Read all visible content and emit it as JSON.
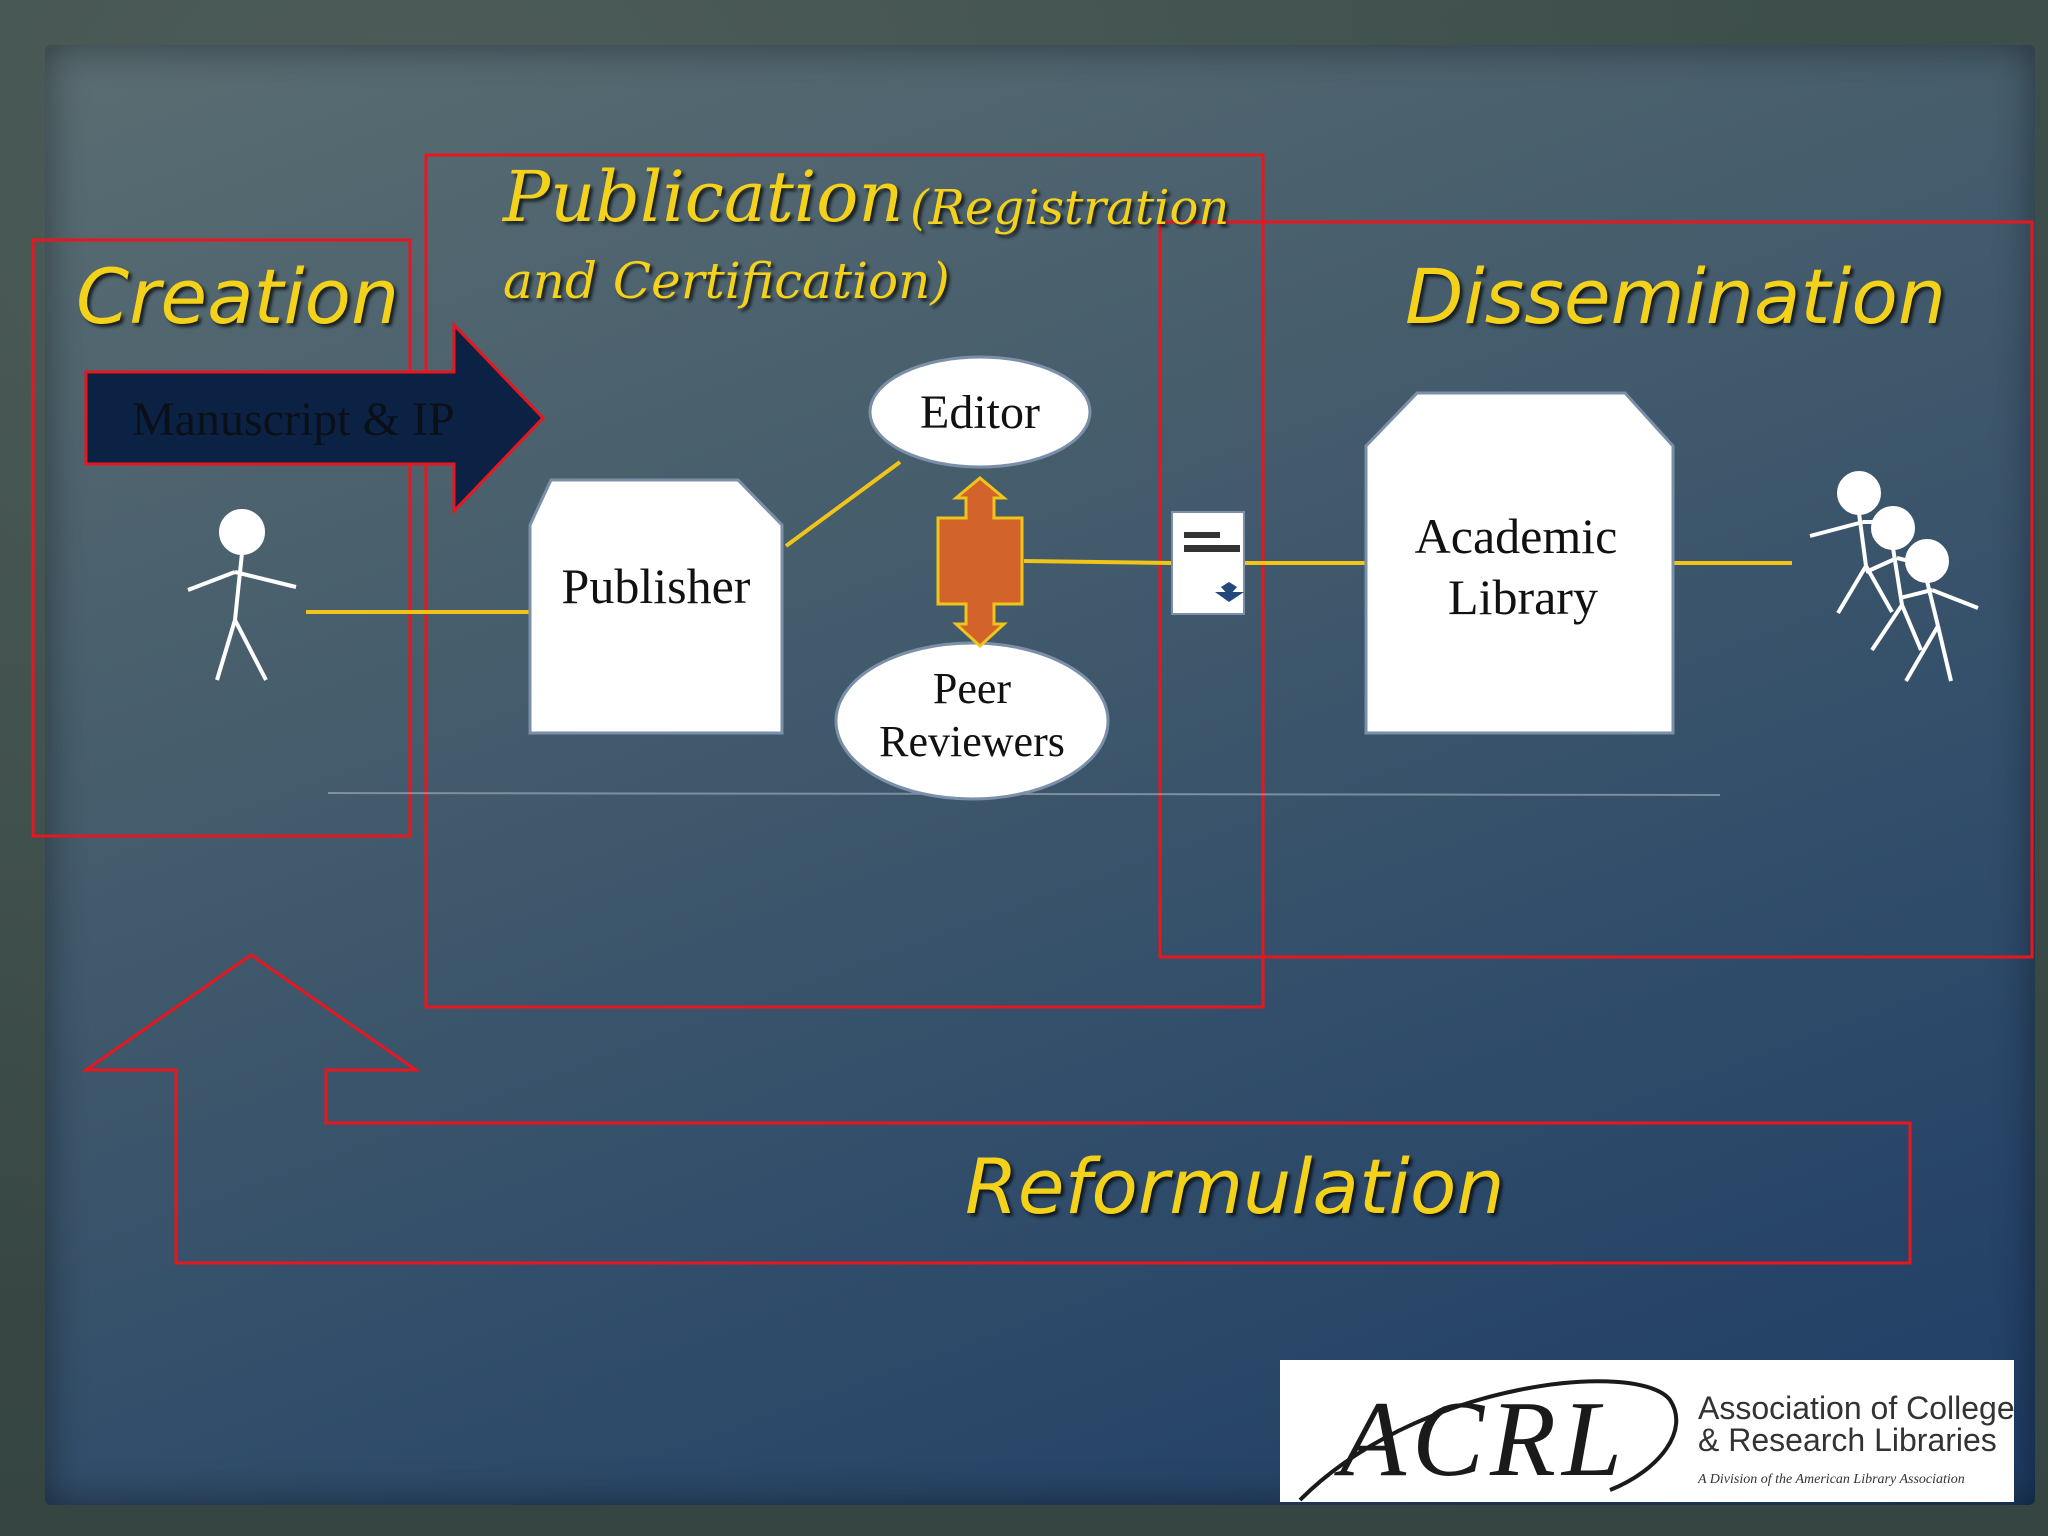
{
  "stages": {
    "creation": "Creation",
    "publication": "Publication",
    "publication_sub_1": "(Registration",
    "publication_sub_2": "and Certification)",
    "dissemination": "Dissemination",
    "reformulation": "Reformulation"
  },
  "nodes": {
    "manuscript_arrow": "Manuscript & IP",
    "publisher": "Publisher",
    "editor": "Editor",
    "peer_1": "Peer",
    "peer_2": "Reviewers",
    "library_1": "Academic",
    "library_2": "Library"
  },
  "logo": {
    "mark": "ACRL",
    "line1": "Association of College",
    "line2": "& Research Libraries",
    "line3": "A Division of the American Library Association"
  },
  "colors": {
    "title": "#f5d21a",
    "box_outline": "#e8161e",
    "connector": "#f0c419",
    "manuscript_arrow": "#0c2245",
    "review_arrow": "#d2642b"
  }
}
